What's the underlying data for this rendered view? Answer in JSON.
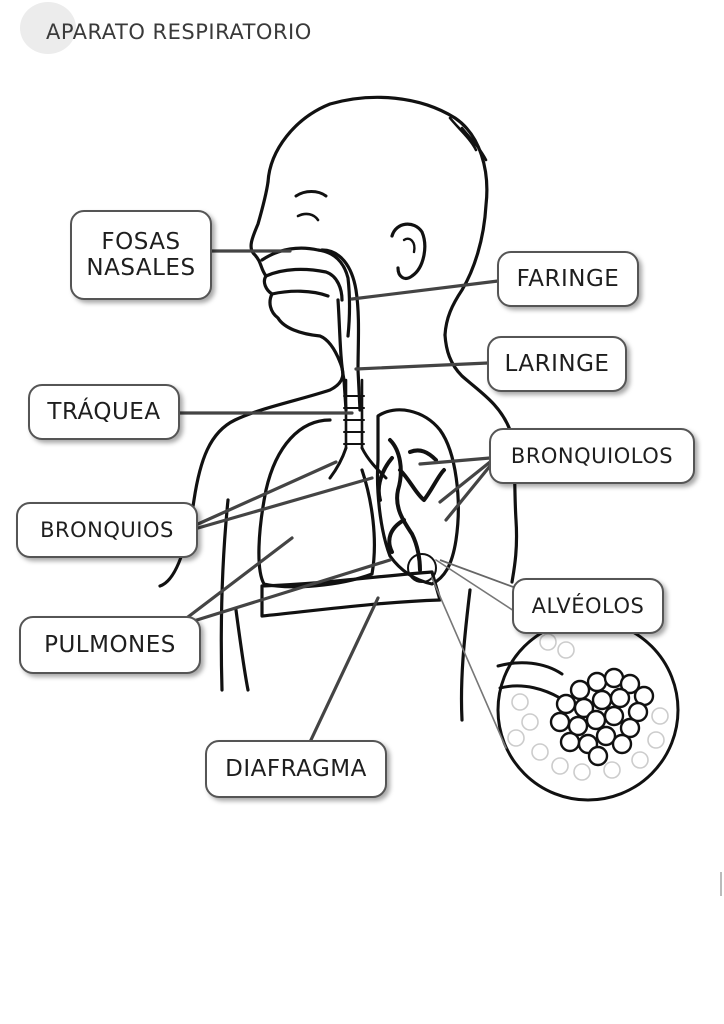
{
  "title": "APARATO RESPIRATORIO",
  "labels": {
    "fosas_nasales": "FOSAS\nNASALES",
    "faringe": "FARINGE",
    "laringe": "LARINGE",
    "traquea": "TRÁQUEA",
    "bronquiolos": "BRONQUIOLOS",
    "bronquios": "BRONQUIOS",
    "alveolos": "ALVÉOLOS",
    "pulmones": "PULMONES",
    "diafragma": "DIAFRAGMA"
  }
}
